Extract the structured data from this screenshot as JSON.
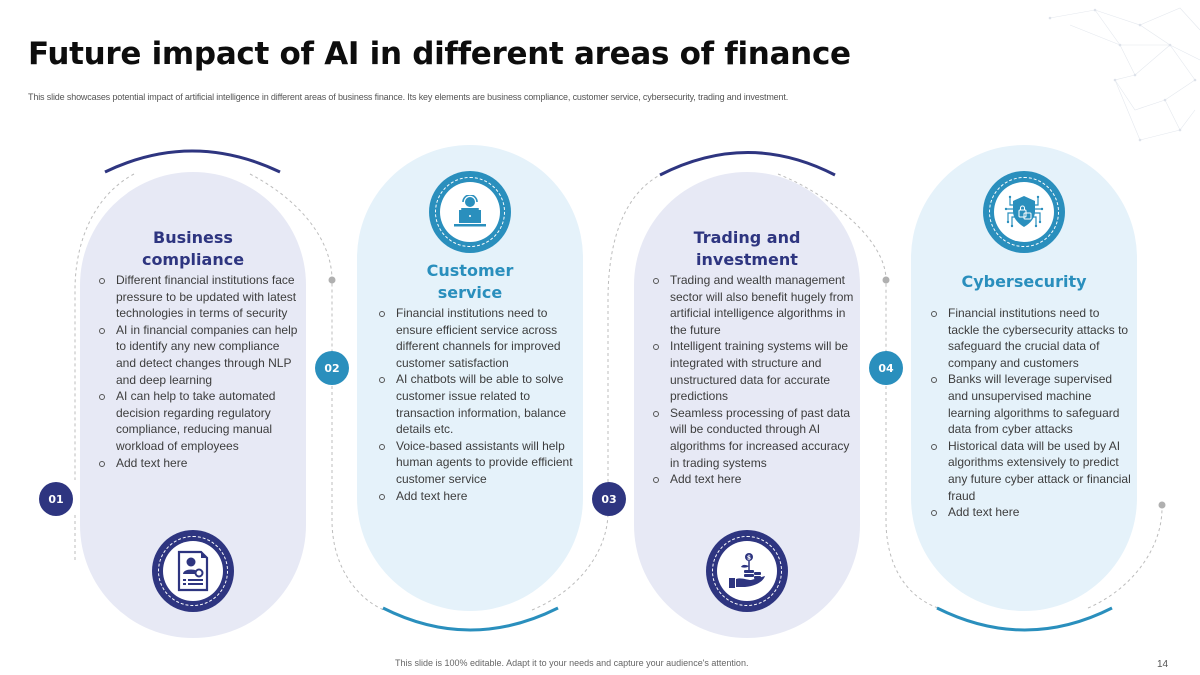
{
  "slide": {
    "title": "Future impact of AI in different areas of finance",
    "subtitle": "This slide showcases potential impact of artificial intelligence in different areas of business finance. Its key elements are business compliance, customer service, cybersecurity, trading and investment.",
    "footer": "This slide is 100% editable. Adapt it to your needs and capture your audience's attention.",
    "page_number": "14"
  },
  "colors": {
    "navy": "#2e3580",
    "blue": "#2a8fbd",
    "navy_card_bg": "#e7e9f5",
    "blue_card_bg": "#e5f2fa"
  },
  "cards": [
    {
      "number": "01",
      "title_line1": "Business",
      "title_line2": "compliance",
      "icon": "resume-person-gear-icon",
      "bullets": [
        "Different financial institutions face pressure to be updated with latest technologies in terms of security",
        "AI in financial companies can help to identify any new compliance and detect changes through NLP and deep learning",
        "AI can help to take automated decision regarding regulatory compliance, reducing manual workload of employees",
        "Add text here"
      ]
    },
    {
      "number": "02",
      "title_line1": "Customer",
      "title_line2": "service",
      "icon": "customer-support-agent-icon",
      "bullets": [
        "Financial institutions need to ensure efficient service across different channels for improved customer satisfaction",
        "AI chatbots will be able to solve customer issue related to transaction information, balance details etc.",
        "Voice-based assistants will help human agents to provide efficient customer service",
        "Add text here"
      ]
    },
    {
      "number": "03",
      "title_line1": "Trading and",
      "title_line2": "investment",
      "icon": "hand-coins-plant-icon",
      "bullets": [
        "Trading and wealth management sector will also benefit hugely from artificial intelligence algorithms in the future",
        "Intelligent training systems will be integrated with structure and unstructured data for accurate predictions",
        "Seamless processing of past data will be conducted through AI algorithms for increased accuracy in trading systems",
        "Add text here"
      ]
    },
    {
      "number": "04",
      "title_line1": "Cybersecurity",
      "title_line2": "",
      "icon": "shield-lock-circuit-icon",
      "bullets": [
        "Financial institutions need to tackle the cybersecurity attacks to safeguard the crucial data of company and customers",
        "Banks will leverage supervised and unsupervised machine learning algorithms to safeguard data from cyber attacks",
        "Historical data will be used by AI algorithms extensively to predict any future cyber attack or financial fraud",
        "Add text here"
      ]
    }
  ]
}
